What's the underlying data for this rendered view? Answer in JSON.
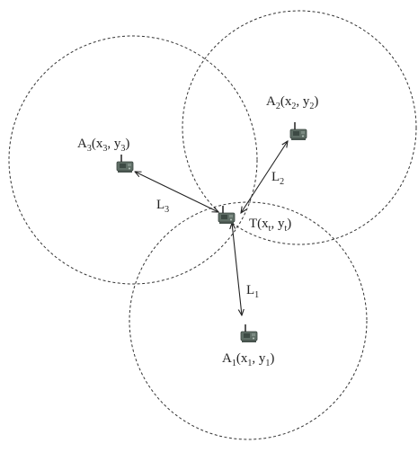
{
  "nodes": {
    "a1": {
      "parts": [
        [
          "A",
          false
        ],
        [
          "1",
          true
        ],
        [
          "(x",
          false
        ],
        [
          "1",
          true
        ],
        [
          ", y",
          false
        ],
        [
          "1",
          true
        ],
        [
          ")",
          false
        ]
      ]
    },
    "a2": {
      "parts": [
        [
          "A",
          false
        ],
        [
          "2",
          true
        ],
        [
          "(x",
          false
        ],
        [
          "2",
          true
        ],
        [
          ", y",
          false
        ],
        [
          "2",
          true
        ],
        [
          ")",
          false
        ]
      ]
    },
    "a3": {
      "parts": [
        [
          "A",
          false
        ],
        [
          "3",
          true
        ],
        [
          "(x",
          false
        ],
        [
          "3",
          true
        ],
        [
          ", y",
          false
        ],
        [
          "3",
          true
        ],
        [
          ")",
          false
        ]
      ]
    },
    "t": {
      "parts": [
        [
          "T(x",
          false
        ],
        [
          "t",
          true
        ],
        [
          ", y",
          false
        ],
        [
          "t",
          true
        ],
        [
          ")",
          false
        ]
      ]
    }
  },
  "links": {
    "l1": {
      "parts": [
        [
          "L",
          false
        ],
        [
          "1",
          true
        ]
      ]
    },
    "l2": {
      "parts": [
        [
          "L",
          false
        ],
        [
          "2",
          true
        ]
      ]
    },
    "l3": {
      "parts": [
        [
          "L",
          false
        ],
        [
          "3",
          true
        ]
      ]
    }
  },
  "icon": "sensor-node-board-icon"
}
